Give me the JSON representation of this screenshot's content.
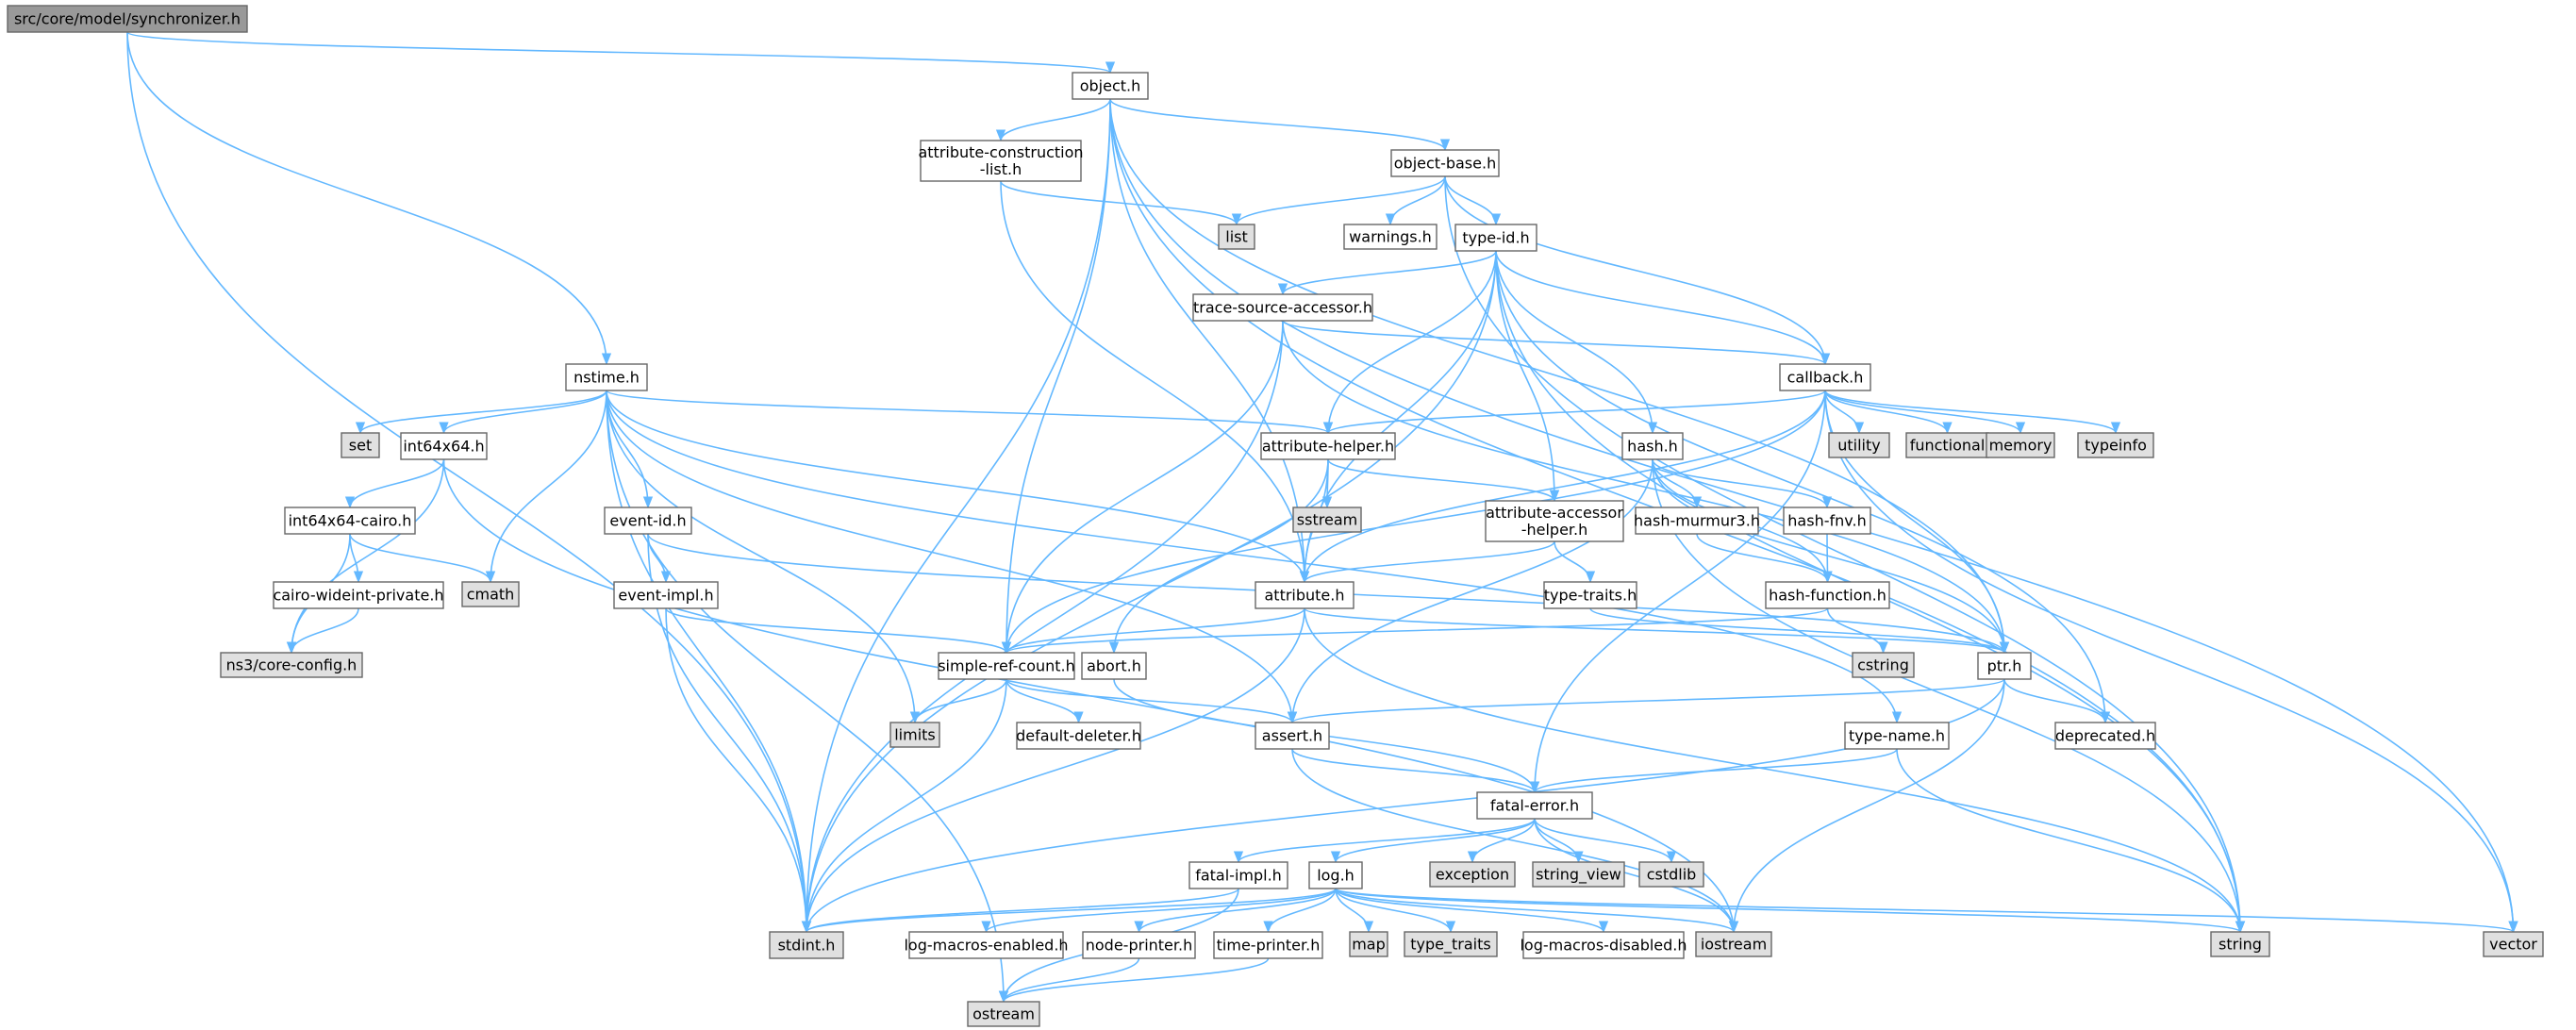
{
  "colors": {
    "edge": "#63b8ff",
    "root_fill": "#999999",
    "header_fill": "#ffffff",
    "system_fill": "#e0e0e0",
    "border": "#666666"
  },
  "nodes": {
    "synchronizer": {
      "label": "src/core/model/synchronizer.h",
      "kind": "root"
    },
    "object": {
      "label": "object.h",
      "kind": "header"
    },
    "attr_cons": {
      "label": [
        "attribute-construction",
        "-list.h"
      ],
      "kind": "header"
    },
    "object_base": {
      "label": "object-base.h",
      "kind": "header"
    },
    "list": {
      "label": "list",
      "kind": "system"
    },
    "warnings": {
      "label": "warnings.h",
      "kind": "header"
    },
    "type_id": {
      "label": "type-id.h",
      "kind": "header"
    },
    "trace_src": {
      "label": "trace-source-accessor.h",
      "kind": "header"
    },
    "callback": {
      "label": "callback.h",
      "kind": "header"
    },
    "nstime": {
      "label": "nstime.h",
      "kind": "header"
    },
    "set": {
      "label": "set",
      "kind": "system"
    },
    "int64x64": {
      "label": "int64x64.h",
      "kind": "header"
    },
    "attr_helper": {
      "label": "attribute-helper.h",
      "kind": "header"
    },
    "utility": {
      "label": "utility",
      "kind": "system"
    },
    "functional": {
      "label": "functional",
      "kind": "system"
    },
    "memory": {
      "label": "memory",
      "kind": "system"
    },
    "typeinfo": {
      "label": "typeinfo",
      "kind": "system"
    },
    "hash": {
      "label": "hash.h",
      "kind": "header"
    },
    "int64_cairo": {
      "label": "int64x64-cairo.h",
      "kind": "header"
    },
    "event_id": {
      "label": "event-id.h",
      "kind": "header"
    },
    "sstream": {
      "label": "sstream",
      "kind": "system"
    },
    "attr_accessor": {
      "label": [
        "attribute-accessor",
        "-helper.h"
      ],
      "kind": "header"
    },
    "hash_murmur": {
      "label": "hash-murmur3.h",
      "kind": "header"
    },
    "hash_fnv": {
      "label": "hash-fnv.h",
      "kind": "header"
    },
    "cairo_wide": {
      "label": "cairo-wideint-private.h",
      "kind": "header"
    },
    "cmath": {
      "label": "cmath",
      "kind": "system"
    },
    "event_impl": {
      "label": "event-impl.h",
      "kind": "header"
    },
    "attribute": {
      "label": "attribute.h",
      "kind": "header"
    },
    "type_traits_h": {
      "label": "type-traits.h",
      "kind": "header"
    },
    "hash_function": {
      "label": "hash-function.h",
      "kind": "header"
    },
    "core_config": {
      "label": "ns3/core-config.h",
      "kind": "system"
    },
    "simple_ref": {
      "label": "simple-ref-count.h",
      "kind": "header"
    },
    "abort": {
      "label": "abort.h",
      "kind": "header"
    },
    "cstring": {
      "label": "cstring",
      "kind": "system"
    },
    "ptr": {
      "label": "ptr.h",
      "kind": "header"
    },
    "limits": {
      "label": "limits",
      "kind": "system"
    },
    "default_deleter": {
      "label": "default-deleter.h",
      "kind": "header"
    },
    "assert": {
      "label": "assert.h",
      "kind": "header"
    },
    "type_name": {
      "label": "type-name.h",
      "kind": "header"
    },
    "deprecated": {
      "label": "deprecated.h",
      "kind": "header"
    },
    "fatal_error": {
      "label": "fatal-error.h",
      "kind": "header"
    },
    "exception": {
      "label": "exception",
      "kind": "system"
    },
    "string_view": {
      "label": "string_view",
      "kind": "system"
    },
    "cstdlib": {
      "label": "cstdlib",
      "kind": "system"
    },
    "fatal_impl": {
      "label": "fatal-impl.h",
      "kind": "header"
    },
    "log": {
      "label": "log.h",
      "kind": "header"
    },
    "stdint": {
      "label": "stdint.h",
      "kind": "system"
    },
    "log_macros_enabled": {
      "label": "log-macros-enabled.h",
      "kind": "header"
    },
    "node_printer": {
      "label": "node-printer.h",
      "kind": "header"
    },
    "time_printer": {
      "label": "time-printer.h",
      "kind": "header"
    },
    "map": {
      "label": "map",
      "kind": "system"
    },
    "type_traits": {
      "label": "type_traits",
      "kind": "system"
    },
    "log_macros_disabled": {
      "label": "log-macros-disabled.h",
      "kind": "header"
    },
    "iostream": {
      "label": "iostream",
      "kind": "system"
    },
    "string": {
      "label": "string",
      "kind": "system"
    },
    "vector": {
      "label": "vector",
      "kind": "system"
    },
    "ostream": {
      "label": "ostream",
      "kind": "system"
    }
  },
  "edges": [
    [
      "synchronizer",
      "object"
    ],
    [
      "synchronizer",
      "nstime"
    ],
    [
      "synchronizer",
      "stdint"
    ],
    [
      "object",
      "attr_cons"
    ],
    [
      "object",
      "object_base"
    ],
    [
      "object",
      "attribute"
    ],
    [
      "object",
      "simple_ref"
    ],
    [
      "object",
      "ptr"
    ],
    [
      "object",
      "stdint"
    ],
    [
      "object",
      "string"
    ],
    [
      "object",
      "vector"
    ],
    [
      "attr_cons",
      "list"
    ],
    [
      "attr_cons",
      "attribute"
    ],
    [
      "object_base",
      "list"
    ],
    [
      "object_base",
      "warnings"
    ],
    [
      "object_base",
      "type_id"
    ],
    [
      "object_base",
      "callback"
    ],
    [
      "object_base",
      "string"
    ],
    [
      "type_id",
      "trace_src"
    ],
    [
      "type_id",
      "callback"
    ],
    [
      "type_id",
      "attr_helper"
    ],
    [
      "type_id",
      "attr_accessor"
    ],
    [
      "type_id",
      "attribute"
    ],
    [
      "type_id",
      "hash"
    ],
    [
      "type_id",
      "stdint"
    ],
    [
      "type_id",
      "string"
    ],
    [
      "type_id",
      "deprecated"
    ],
    [
      "trace_src",
      "callback"
    ],
    [
      "trace_src",
      "ptr"
    ],
    [
      "trace_src",
      "simple_ref"
    ],
    [
      "trace_src",
      "stdint"
    ],
    [
      "callback",
      "attr_helper"
    ],
    [
      "callback",
      "attribute"
    ],
    [
      "callback",
      "ptr"
    ],
    [
      "callback",
      "simple_ref"
    ],
    [
      "callback",
      "utility"
    ],
    [
      "callback",
      "functional"
    ],
    [
      "callback",
      "memory"
    ],
    [
      "callback",
      "typeinfo"
    ],
    [
      "callback",
      "vector"
    ],
    [
      "callback",
      "fatal_error"
    ],
    [
      "nstime",
      "set"
    ],
    [
      "nstime",
      "int64x64"
    ],
    [
      "nstime",
      "attr_helper"
    ],
    [
      "nstime",
      "attribute"
    ],
    [
      "nstime",
      "event_id"
    ],
    [
      "nstime",
      "cmath"
    ],
    [
      "nstime",
      "limits"
    ],
    [
      "nstime",
      "assert"
    ],
    [
      "nstime",
      "stdint"
    ],
    [
      "nstime",
      "ostream"
    ],
    [
      "nstime",
      "type_name"
    ],
    [
      "int64x64",
      "int64_cairo"
    ],
    [
      "int64x64",
      "core_config"
    ],
    [
      "int64x64",
      "iostream"
    ],
    [
      "int64_cairo",
      "cairo_wide"
    ],
    [
      "int64_cairo",
      "cmath"
    ],
    [
      "int64_cairo",
      "core_config"
    ],
    [
      "cairo_wide",
      "core_config"
    ],
    [
      "attr_helper",
      "attribute"
    ],
    [
      "attr_helper",
      "attr_accessor"
    ],
    [
      "attr_helper",
      "sstream"
    ],
    [
      "attr_helper",
      "abort"
    ],
    [
      "attr_accessor",
      "attribute"
    ],
    [
      "attr_accessor",
      "type_traits_h"
    ],
    [
      "type_traits_h",
      "ptr"
    ],
    [
      "hash",
      "hash_murmur"
    ],
    [
      "hash",
      "hash_fnv"
    ],
    [
      "hash",
      "hash_function"
    ],
    [
      "hash",
      "ptr"
    ],
    [
      "hash",
      "assert"
    ],
    [
      "hash",
      "string"
    ],
    [
      "hash_murmur",
      "hash_function"
    ],
    [
      "hash_fnv",
      "hash_function"
    ],
    [
      "hash_function",
      "cstring"
    ],
    [
      "hash_function",
      "simple_ref"
    ],
    [
      "event_id",
      "event_impl"
    ],
    [
      "event_id",
      "ptr"
    ],
    [
      "event_id",
      "stdint"
    ],
    [
      "event_impl",
      "simple_ref"
    ],
    [
      "event_impl",
      "stdint"
    ],
    [
      "attribute",
      "simple_ref"
    ],
    [
      "attribute",
      "ptr"
    ],
    [
      "attribute",
      "string"
    ],
    [
      "attribute",
      "stdint"
    ],
    [
      "simple_ref",
      "limits"
    ],
    [
      "simple_ref",
      "default_deleter"
    ],
    [
      "simple_ref",
      "assert"
    ],
    [
      "simple_ref",
      "stdint"
    ],
    [
      "abort",
      "fatal_error"
    ],
    [
      "ptr",
      "assert"
    ],
    [
      "ptr",
      "deprecated"
    ],
    [
      "ptr",
      "iostream"
    ],
    [
      "ptr",
      "stdint"
    ],
    [
      "assert",
      "fatal_error"
    ],
    [
      "assert",
      "iostream"
    ],
    [
      "type_name",
      "fatal_error"
    ],
    [
      "type_name",
      "string"
    ],
    [
      "fatal_error",
      "exception"
    ],
    [
      "fatal_error",
      "string_view"
    ],
    [
      "fatal_error",
      "cstdlib"
    ],
    [
      "fatal_error",
      "iostream"
    ],
    [
      "fatal_error",
      "fatal_impl"
    ],
    [
      "fatal_error",
      "log"
    ],
    [
      "fatal_impl",
      "ostream"
    ],
    [
      "fatal_impl",
      "stdint"
    ],
    [
      "log",
      "stdint"
    ],
    [
      "log",
      "log_macros_enabled"
    ],
    [
      "log",
      "node_printer"
    ],
    [
      "log",
      "time_printer"
    ],
    [
      "log",
      "map"
    ],
    [
      "log",
      "type_traits"
    ],
    [
      "log",
      "log_macros_disabled"
    ],
    [
      "log",
      "iostream"
    ],
    [
      "log",
      "string"
    ],
    [
      "log",
      "vector"
    ],
    [
      "node_printer",
      "ostream"
    ],
    [
      "time_printer",
      "ostream"
    ]
  ]
}
